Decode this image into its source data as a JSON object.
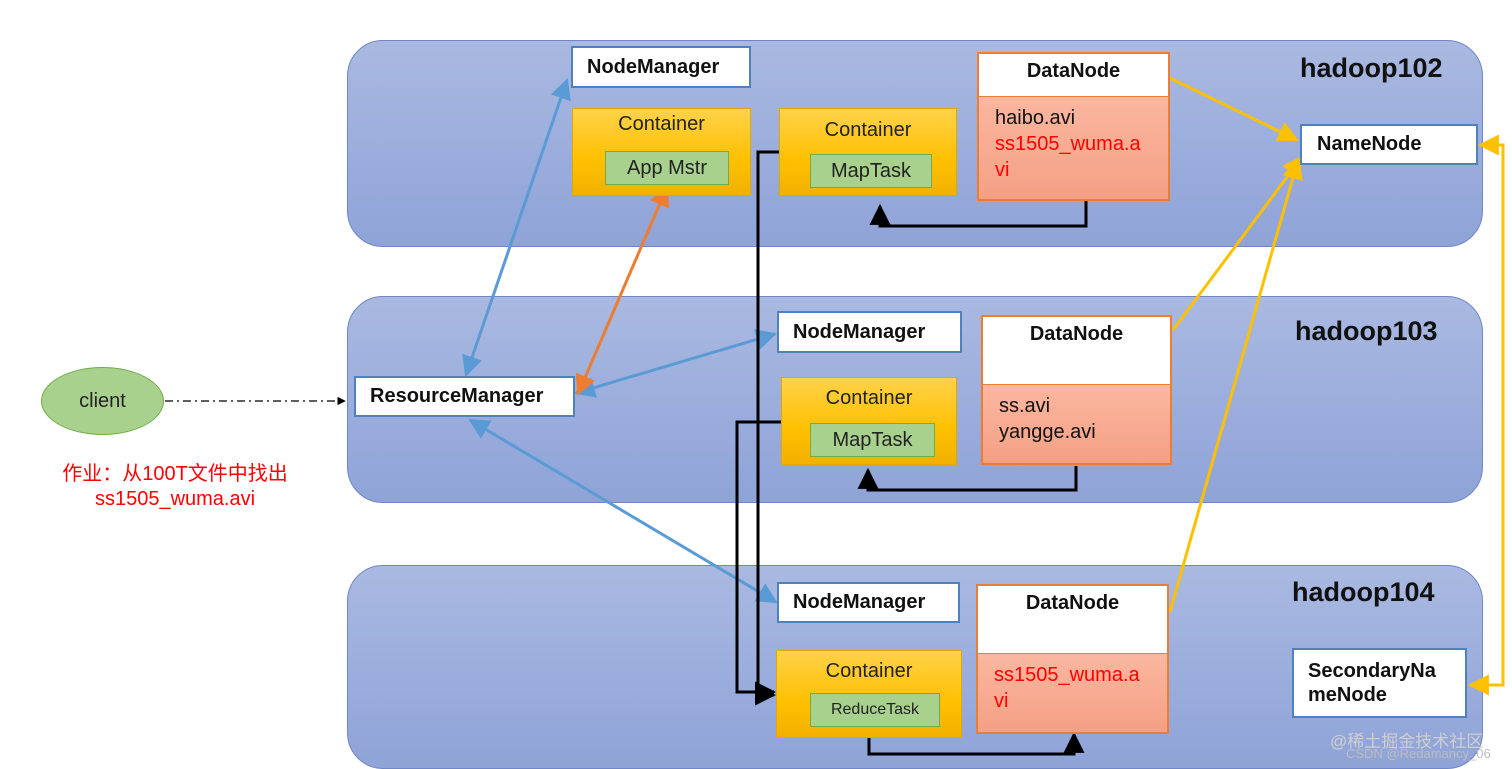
{
  "client": {
    "label": "client"
  },
  "note": {
    "line1": "作业：从100T文件中找出",
    "line2": "ss1505_wuma.avi"
  },
  "resource_manager": {
    "label": "ResourceManager"
  },
  "name_node": {
    "label": "NameNode"
  },
  "secondary_name_node": {
    "line1": "SecondaryNa",
    "line2": "meNode"
  },
  "hosts": [
    {
      "name": "hadoop102",
      "node_manager": "NodeManager",
      "containers": [
        {
          "label": "Container",
          "task": "App Mstr"
        },
        {
          "label": "Container",
          "task": "MapTask"
        }
      ],
      "data_node": {
        "title": "DataNode",
        "files": [
          "haibo.avi",
          "ss1505_wuma.a",
          "vi"
        ]
      }
    },
    {
      "name": "hadoop103",
      "node_manager": "NodeManager",
      "containers": [
        {
          "label": "Container",
          "task": "MapTask"
        }
      ],
      "data_node": {
        "title": "DataNode",
        "files": [
          "ss.avi",
          "yangge.avi"
        ]
      }
    },
    {
      "name": "hadoop104",
      "node_manager": "NodeManager",
      "containers": [
        {
          "label": "Container",
          "task": "ReduceTask"
        }
      ],
      "data_node": {
        "title": "DataNode",
        "files": [
          "ss1505_wuma.a",
          "vi"
        ]
      }
    }
  ],
  "watermark": {
    "line1": "@稀土掘金技术社区",
    "line2": "CSDN @Redamancy_06"
  },
  "colors": {
    "rack_fill": "#98aadb",
    "box_border": "#4f81bd",
    "container": "#ffc000",
    "task": "#a9d18e",
    "datanode_border": "#ed7d31",
    "datanode_files": "#f8a98d",
    "highlight_text": "#ff0000",
    "arrow_blue": "#5b9bd5",
    "arrow_orange": "#ed7d31",
    "arrow_gold": "#ffc000",
    "arrow_black": "#000000"
  }
}
